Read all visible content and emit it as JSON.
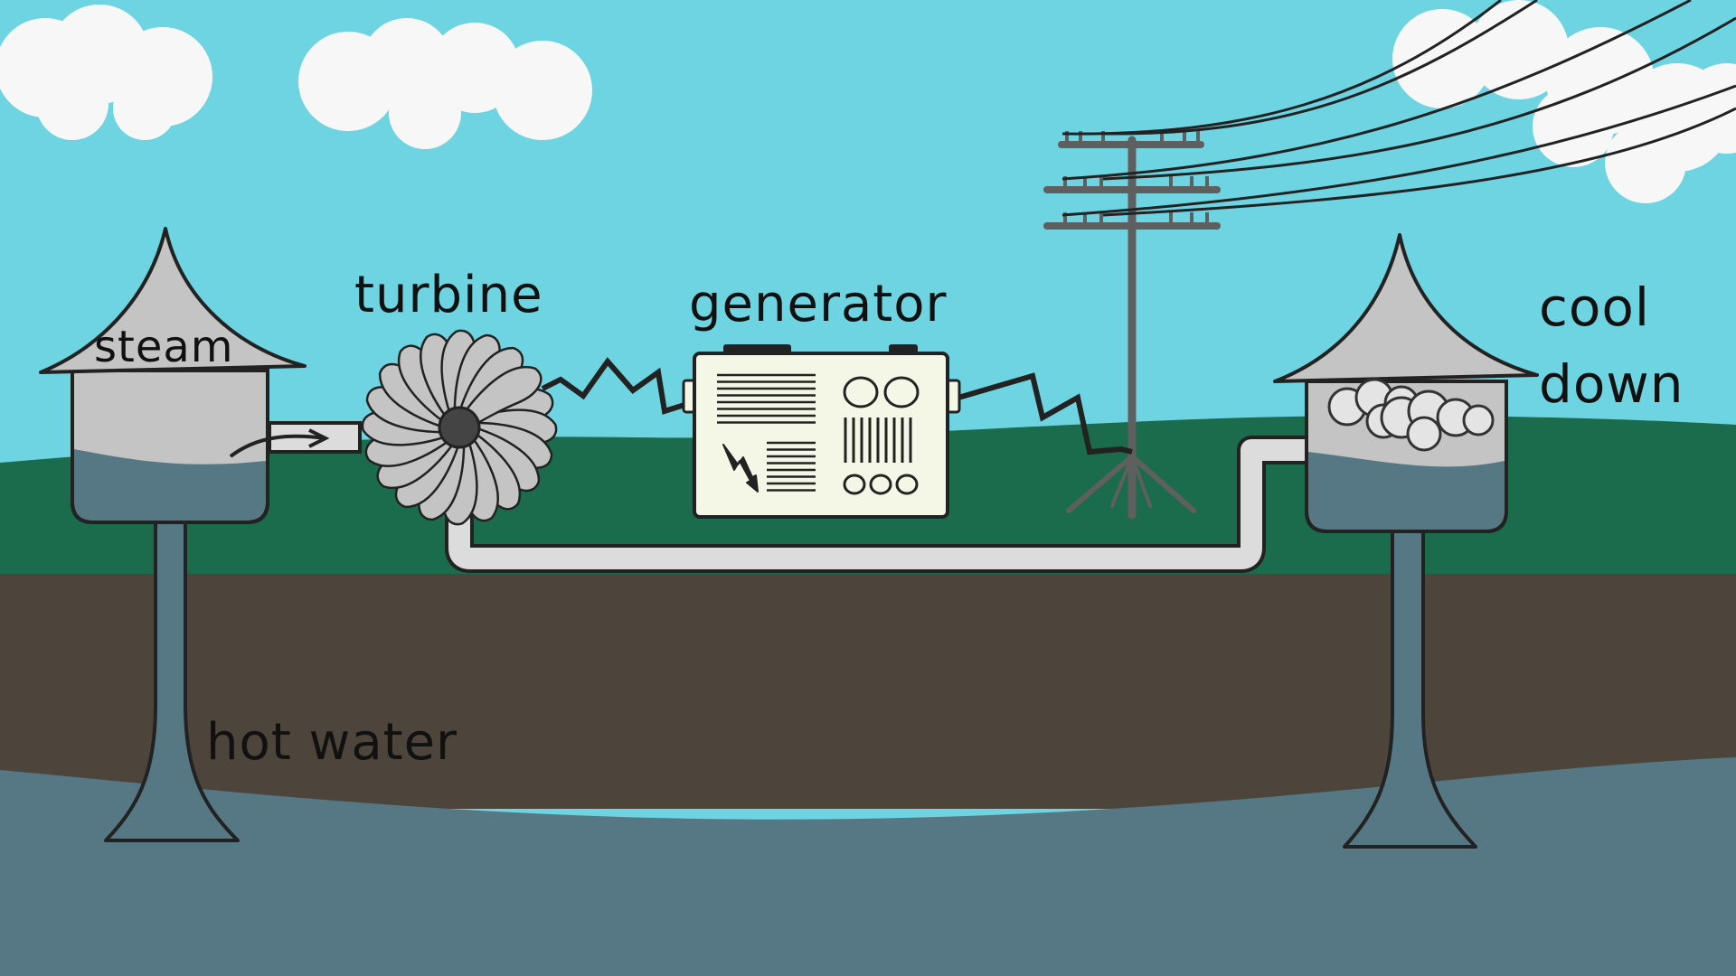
{
  "labels": {
    "steam": "steam",
    "turbine": "turbine",
    "generator": "generator",
    "cool": "cool",
    "down": "down",
    "hot_water": "hot water"
  },
  "colors": {
    "sky": "#6fd4e2",
    "cloud": "#f7f7f7",
    "grass": "#1b6b4d",
    "soil": "#4d453c",
    "groundwater": "#557884",
    "tank_gray": "#c4c4c4",
    "tank_water": "#557884",
    "pipe": "#dcdcdc",
    "outline": "#222222",
    "generator_body": "#f4f6e6",
    "pole": "#5f5f5f"
  }
}
